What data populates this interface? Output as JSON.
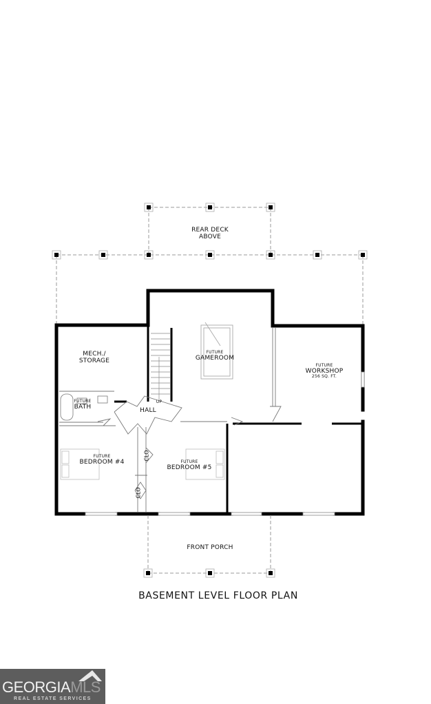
{
  "plan": {
    "title": "BASEMENT LEVEL FLOOR PLAN",
    "rooms": {
      "rear_deck": {
        "line1": "REAR DECK",
        "line2": "ABOVE"
      },
      "mech_storage": {
        "line1": "MECH./",
        "line2": "STORAGE"
      },
      "bath": {
        "prefix": "FUTURE",
        "name": "BATH"
      },
      "hall": {
        "name": "HALL",
        "stair_note": "UP"
      },
      "gameroom": {
        "prefix": "FUTURE",
        "name": "GAMEROOM"
      },
      "workshop": {
        "prefix": "FUTURE",
        "name": "WORKSHOP",
        "area": "256 SQ. FT."
      },
      "bedroom4": {
        "prefix": "FUTURE",
        "name": "BEDROOM #4"
      },
      "bedroom5": {
        "prefix": "FUTURE",
        "name": "BEDROOM #5"
      },
      "closet_a": {
        "name": "CLO"
      },
      "closet_b": {
        "name": "CLO"
      },
      "front_porch": {
        "name": "FRONT PORCH"
      }
    }
  },
  "logo": {
    "brand_main": "GEORGIA",
    "brand_accent": "MLS",
    "tagline": "REAL ESTATE SERVICES"
  },
  "colors": {
    "wall": "#000000",
    "dashed": "#9a9a9a",
    "logo_bg": "#5d5d5d"
  }
}
